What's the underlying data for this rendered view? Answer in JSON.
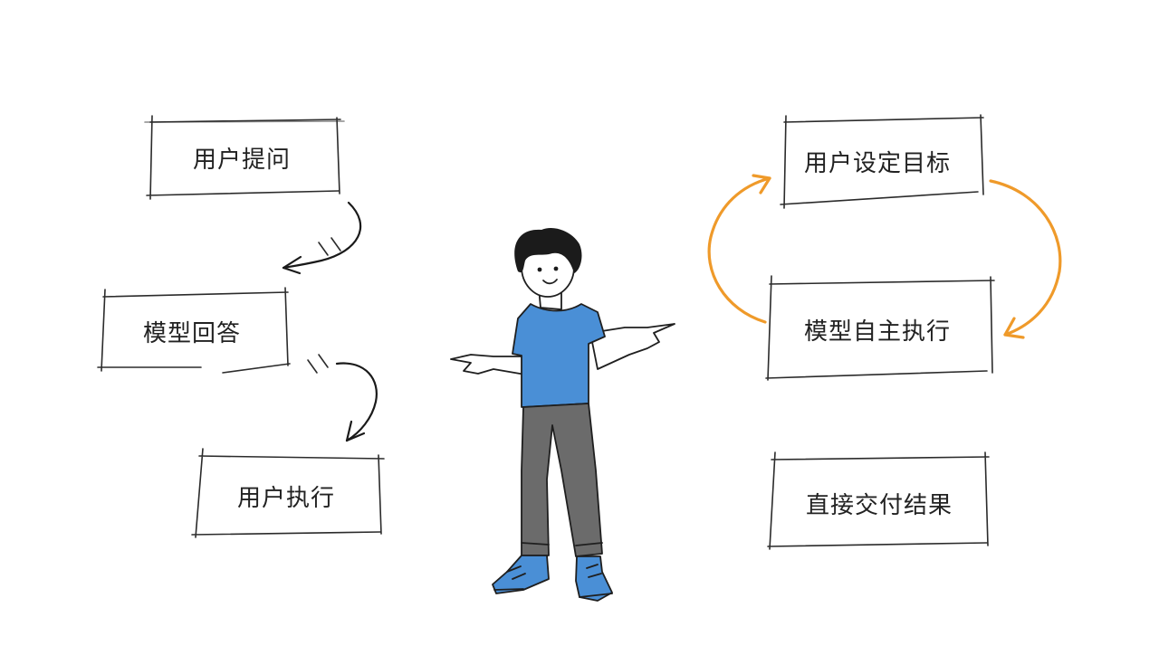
{
  "left_flow": {
    "step1": "用户提问",
    "step2": "模型回答",
    "step3": "用户执行"
  },
  "right_flow": {
    "step1": "用户设定目标",
    "step2": "模型自主执行",
    "step3": "直接交付结果"
  },
  "colors": {
    "ink": "#1a1a1a",
    "loop_arrow": "#ef9a2a",
    "shirt": "#4a8fd6",
    "pants": "#6b6b6b",
    "shoes": "#4a8fd6"
  }
}
